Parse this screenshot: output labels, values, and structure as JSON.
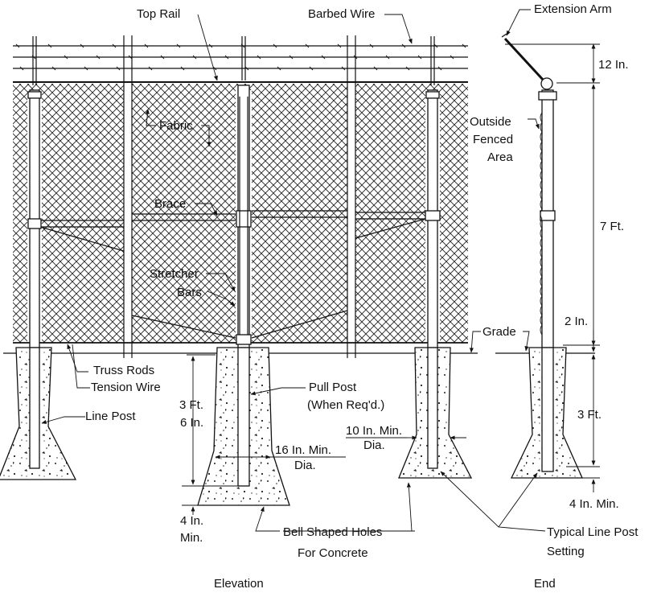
{
  "labels": {
    "top_rail": "Top Rail",
    "barbed_wire": "Barbed Wire",
    "extension_arm": "Extension Arm",
    "twelve_in": "12 In.",
    "fabric": "Fabric",
    "outside_1": "Outside",
    "outside_2": "Fenced",
    "outside_3": "Area",
    "seven_ft": "7 Ft.",
    "brace": "Brace",
    "stretcher_1": "Stretcher",
    "stretcher_2": "Bars",
    "two_in": "2 In.",
    "grade": "Grade",
    "truss_rods": "Truss Rods",
    "tension_wire": "Tension Wire",
    "pull_post_1": "Pull Post",
    "pull_post_2": "(When Req'd.)",
    "line_post": "Line Post",
    "three_ft_six_1": "3 Ft.",
    "three_ft_six_2": "6 In.",
    "ten_in_1": "10 In. Min.",
    "ten_in_2": "Dia.",
    "three_ft": "3 Ft.",
    "sixteen_in_1": "16 In. Min.",
    "sixteen_in_2": "Dia.",
    "four_in_min_end": "4 In. Min.",
    "four_in_1": "4 In.",
    "four_in_2": "Min.",
    "bell_1": "Bell Shaped Holes",
    "bell_2": "For Concrete",
    "typical_1": "Typical Line Post",
    "typical_2": "Setting",
    "elevation": "Elevation",
    "end": "End"
  }
}
